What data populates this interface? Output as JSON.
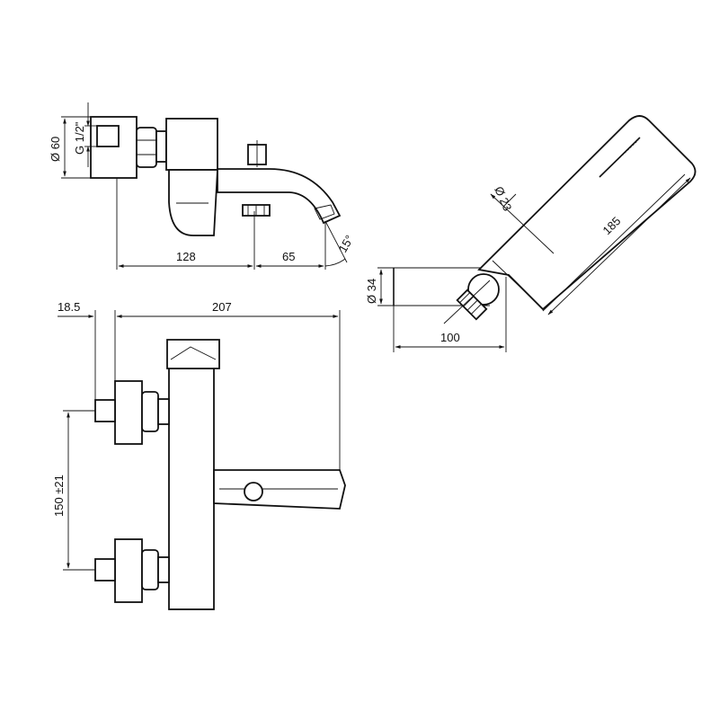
{
  "side_view": {
    "dia_label": "Ø 60",
    "thread_label": "G 1/2\"",
    "dim_128": "128",
    "dim_65": "65",
    "angle": "15°"
  },
  "shower_view": {
    "dia_23": "Ø 23",
    "length_185": "185",
    "dia_34": "Ø 34",
    "dim_100": "100"
  },
  "front_view": {
    "dim_18_5": "18.5",
    "dim_207": "207",
    "centers": "150 ±21"
  }
}
